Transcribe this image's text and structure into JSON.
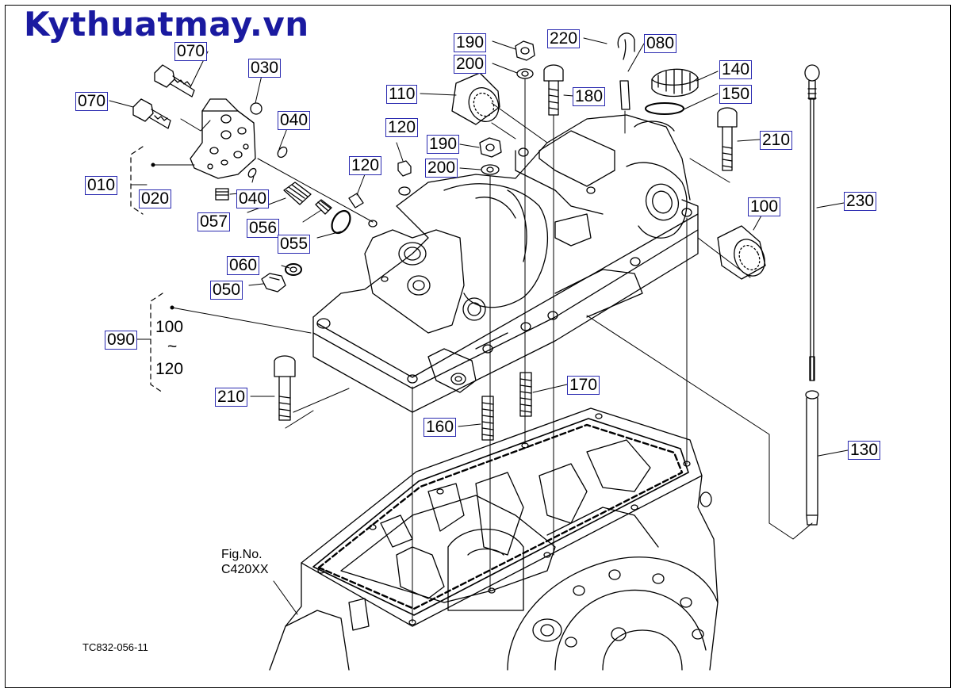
{
  "site_watermark": "Kythuatmay.vn",
  "drawing_code": "TC832-056-11",
  "fig_ref": {
    "line1": "Fig.No.",
    "line2": "C420XX"
  },
  "group_range": {
    "from": "100",
    "tilde": "~",
    "to": "120"
  },
  "colors": {
    "brand": "#1a1aa0",
    "label_box": "#2a2ab0",
    "line": "#000000"
  },
  "callouts": [
    "070",
    "030",
    "070",
    "040",
    "010",
    "020",
    "040",
    "057",
    "056",
    "055",
    "060",
    "050",
    "090",
    "120",
    "190",
    "200",
    "110",
    "120",
    "190",
    "200",
    "220",
    "080",
    "140",
    "150",
    "180",
    "210",
    "100",
    "230",
    "210",
    "170",
    "160",
    "130"
  ]
}
